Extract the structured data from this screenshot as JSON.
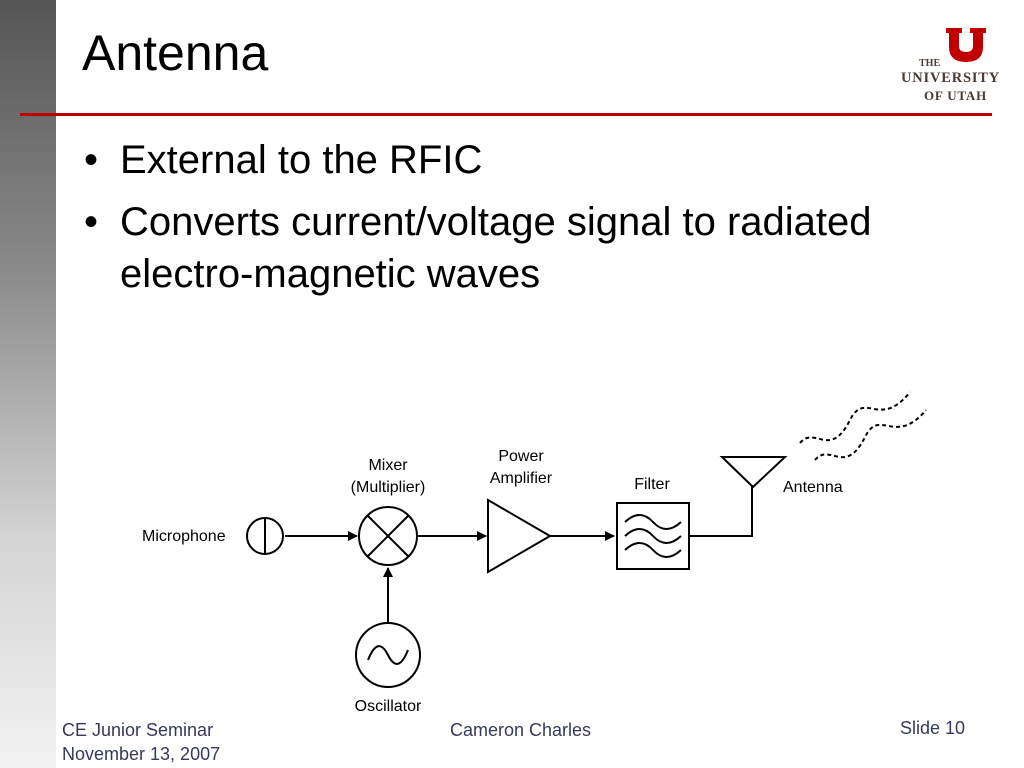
{
  "slide": {
    "title": "Antenna",
    "bullets": [
      "External to the RFIC",
      "Converts current/voltage signal to radiated electro-magnetic waves"
    ],
    "bullet_char": "•"
  },
  "logo": {
    "line1": "THE",
    "line2": "UNIVERSITY",
    "line3": "OF UTAH",
    "brand_color": "#c00000"
  },
  "diagram": {
    "microphone": "Microphone",
    "mixer_line1": "Mixer",
    "mixer_line2": "(Multiplier)",
    "amplifier_line1": "Power",
    "amplifier_line2": "Amplifier",
    "filter": "Filter",
    "antenna": "Antenna",
    "oscillator": "Oscillator"
  },
  "footer": {
    "course": "CE Junior Seminar",
    "date": "November 13, 2007",
    "author": "Cameron Charles",
    "slide_label": "Slide 10"
  },
  "colors": {
    "accent": "#c00000",
    "footer_text": "#333a5a"
  }
}
